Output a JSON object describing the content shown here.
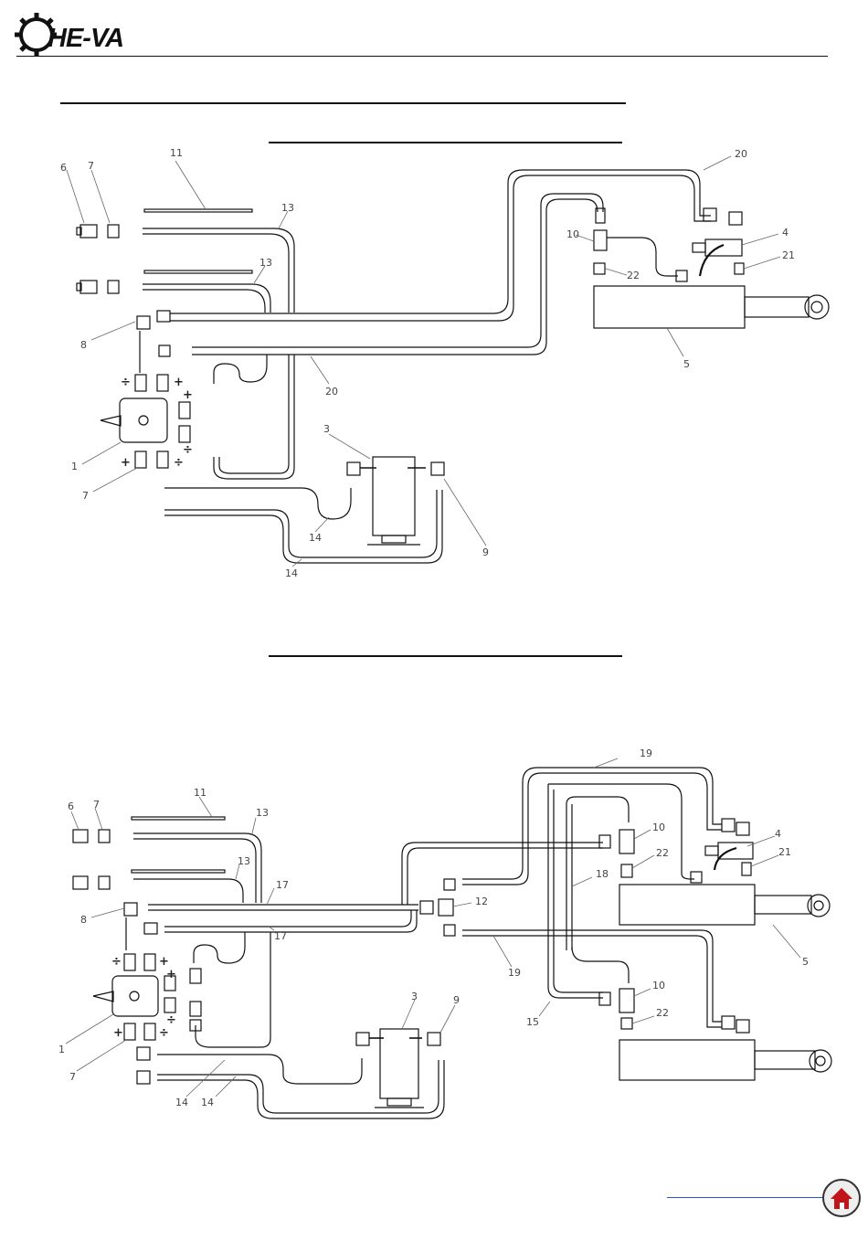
{
  "header": {
    "brand": "HE-VA"
  },
  "diagram1": {
    "labels": [
      "1",
      "3",
      "4",
      "5",
      "6",
      "7",
      "7",
      "8",
      "9",
      "10",
      "11",
      "13",
      "13",
      "14",
      "14",
      "20",
      "20",
      "21",
      "22"
    ]
  },
  "diagram2": {
    "labels": [
      "1",
      "3",
      "4",
      "5",
      "6",
      "7",
      "7",
      "8",
      "9",
      "10",
      "10",
      "11",
      "12",
      "13",
      "13",
      "14",
      "14",
      "15",
      "17",
      "17",
      "18",
      "19",
      "19",
      "21",
      "22",
      "22"
    ]
  },
  "colors": {
    "line": "#111111",
    "label": "#444444",
    "home_roof": "#c0161a"
  },
  "icons": {
    "home": "home-icon",
    "logo": "gear-icon"
  }
}
